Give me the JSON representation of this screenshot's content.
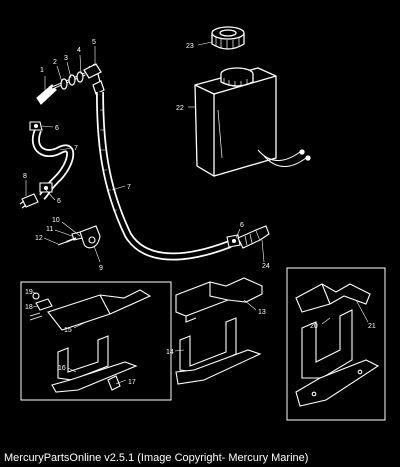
{
  "caption": "MercuryPartsOnline v2.5.1 (Image Copyright- Mercury Marine)",
  "callouts": [
    "1",
    "2",
    "3",
    "4",
    "5",
    "6",
    "7",
    "8",
    "9",
    "10",
    "11",
    "12",
    "13",
    "14",
    "15",
    "16",
    "17",
    "18",
    "19",
    "20",
    "21",
    "22",
    "23",
    "24"
  ],
  "colors": {
    "background": "#000000",
    "linework": "#ffffff",
    "fill": "#000000"
  }
}
